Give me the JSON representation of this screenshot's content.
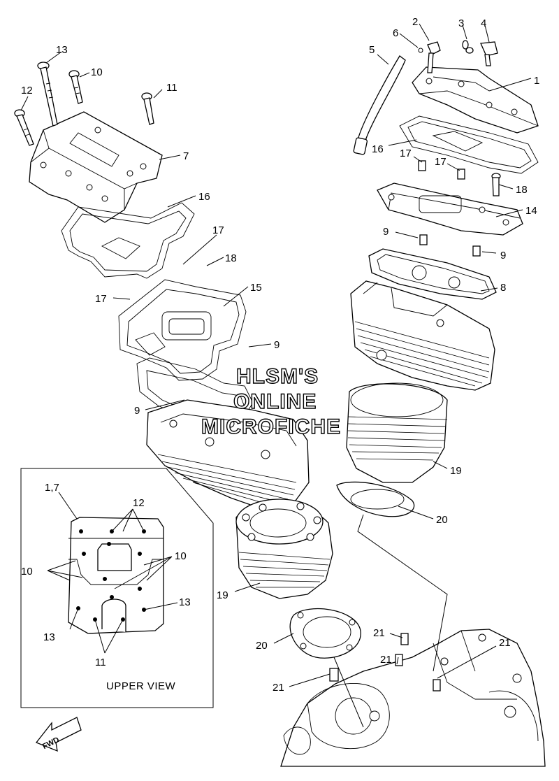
{
  "watermark": {
    "line1": "HLSM'S",
    "line2": "ONLINE",
    "line3": "MICROFICHE"
  },
  "inset": {
    "caption": "UPPER VIEW"
  },
  "fwd_arrow_label": "FWD",
  "callouts": {
    "c1": "1",
    "c2": "2",
    "c3": "3",
    "c4": "4",
    "c5": "5",
    "c6": "6",
    "c7": "7",
    "c8": "8",
    "c9a": "9",
    "c9b": "9",
    "c9c": "9",
    "c9d": "9",
    "c10": "10",
    "c11": "11",
    "c12": "12",
    "c13": "13",
    "c14": "14",
    "c15": "15",
    "c16a": "16",
    "c16b": "16",
    "c17a": "17",
    "c17b": "17",
    "c17c": "17",
    "c17d": "17",
    "c18a": "18",
    "c18b": "18",
    "c19a": "19",
    "c19b": "19",
    "c20a": "20",
    "c20b": "20",
    "c21a": "21",
    "c21b": "21",
    "c21c": "21",
    "c21d": "21",
    "in_1_7": "1,7",
    "in_12": "12",
    "in_10a": "10",
    "in_10b": "10",
    "in_13a": "13",
    "in_13b": "13",
    "in_11": "11"
  }
}
